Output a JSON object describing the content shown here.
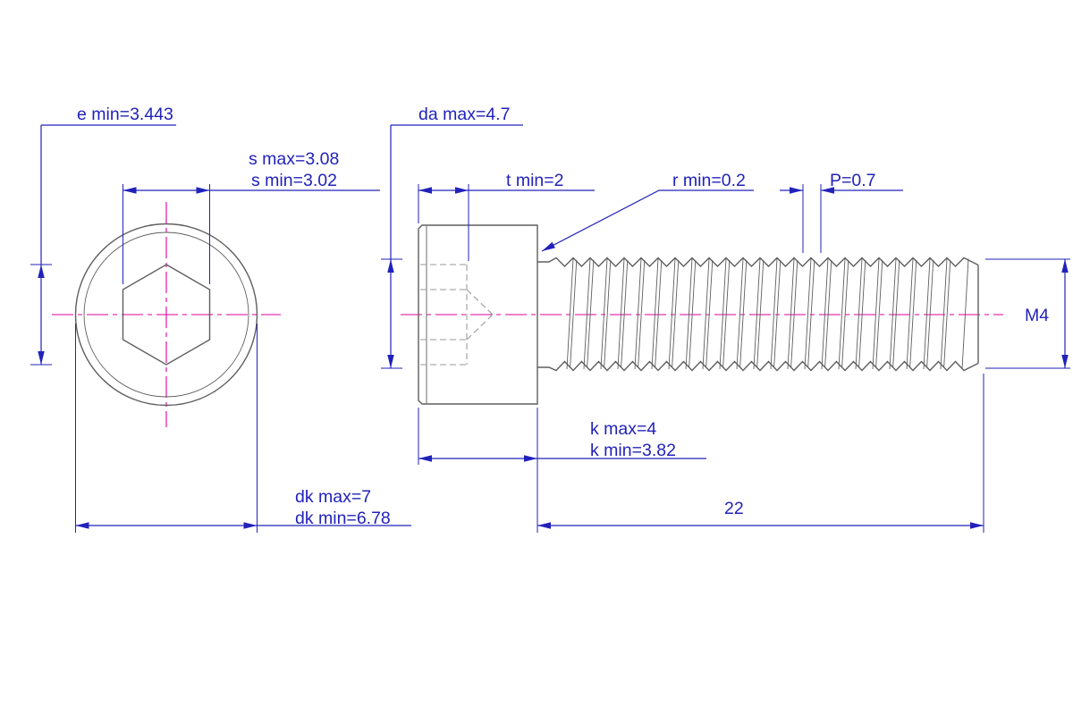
{
  "colors": {
    "dimension": "#2222bb",
    "centerline": "#dd0099",
    "geometry": "#5e5e5e",
    "hidden": "#9a9a9a"
  },
  "labels": {
    "e_min": "e min=3.443",
    "s_max": "s max=3.08",
    "s_min": "s min=3.02",
    "dk_max": "dk max=7",
    "dk_min": "dk min=6.78",
    "da_max": "da max=4.7",
    "t_min": "t min=2",
    "r_min": "r min=0.2",
    "pitch": "P=0.7",
    "thread_size": "M4",
    "k_max": "k max=4",
    "k_min": "k min=3.82",
    "thread_length": "22"
  }
}
